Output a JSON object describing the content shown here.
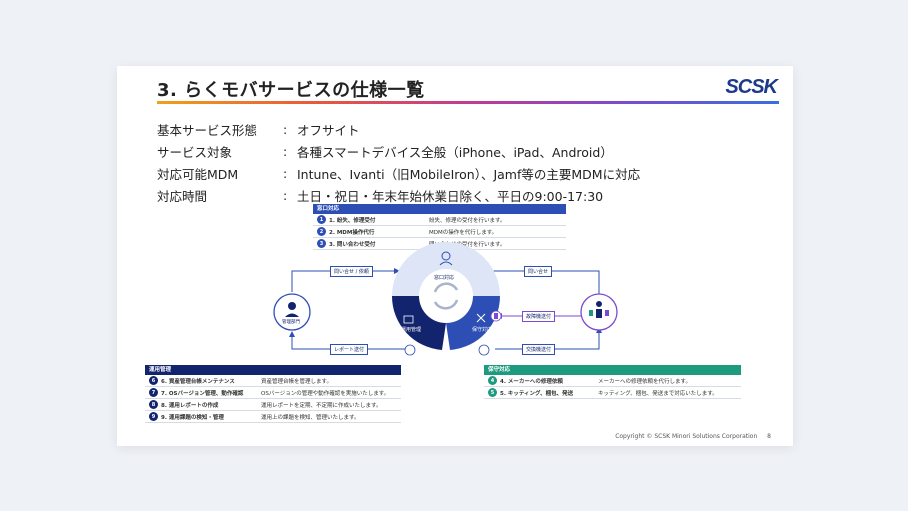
{
  "slide": {
    "title": "3. らくモバサービスの仕様一覧",
    "logo": "SCSK",
    "footer": "Copyright © SCSK Minori Solutions Corporation",
    "page_number": "8"
  },
  "specs": [
    {
      "label": "基本サービス形態",
      "colon": ":",
      "value": "オフサイト"
    },
    {
      "label": "サービス対象",
      "colon": ":",
      "value": "各種スマートデバイス全般（iPhone、iPad、Android）"
    },
    {
      "label": "対応可能MDM",
      "colon": ":",
      "value": "Intune、Ivanti（旧MobileIron）、Jamf等の主要MDMに対応"
    },
    {
      "label": "対応時間",
      "colon": ":",
      "value": "土日・祝日・年末年始休業日除く、平日の9:00-17:30"
    }
  ],
  "madoguchi": {
    "header": "窓口対応",
    "rows": [
      {
        "num": "1",
        "name": "1. 紛失、修理受付",
        "desc": "紛失、修理の受付を行います。"
      },
      {
        "num": "2",
        "name": "2. MDM操作代行",
        "desc": "MDMの操作を代行します。"
      },
      {
        "num": "3",
        "name": "3. 問い合わせ受付",
        "desc": "問い合わせの受付を行います。"
      }
    ]
  },
  "unyou": {
    "header": "運用管理",
    "rows": [
      {
        "num": "6",
        "name": "6. 資産管理台帳メンテナンス",
        "desc": "資産管理台帳を管理します。"
      },
      {
        "num": "7",
        "name": "7. OSバージョン管理、動作確認",
        "desc": "OSバージョンの管理や動作確認を実施いたします。"
      },
      {
        "num": "8",
        "name": "8. 運用レポートの作成",
        "desc": "運用レポートを定期、不定期に作成いたします。"
      },
      {
        "num": "9",
        "name": "9. 運用課題の検知・管理",
        "desc": "運用上の課題を検知、管理いたします。"
      }
    ]
  },
  "hoshu": {
    "header": "保守対応",
    "rows": [
      {
        "num": "4",
        "name": "4. メーカーへの修理依頼",
        "desc": "メーカーへの修理依頼を代行します。"
      },
      {
        "num": "5",
        "name": "5. キッティング、梱包、発送",
        "desc": "キッティング、梱包、発送まで対応いたします。"
      }
    ]
  },
  "diagram": {
    "segments": {
      "top": "窓口対応",
      "left": "運用管理",
      "right": "保守対応"
    },
    "admin_label": "管理部門",
    "flows": {
      "top_left": "問い合せ / 依頼",
      "top_right": "問い合せ",
      "right_mid": "故障機送付",
      "right_bottom": "交換機送付",
      "left_bottom": "レポート送付"
    }
  },
  "colors": {
    "navy": "#12246e",
    "blue": "#2d4fb5",
    "light_blue": "#dde5f6",
    "teal": "#1e9a7e",
    "purple": "#7b4bd0",
    "title_rule_start": "#f0a018",
    "title_rule_end": "#3a6ee0"
  }
}
